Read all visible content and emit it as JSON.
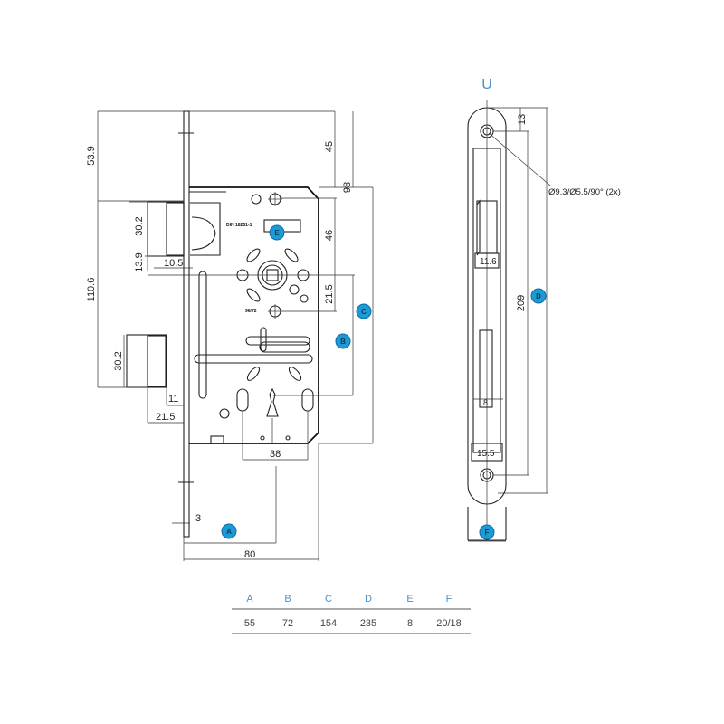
{
  "front_view": {
    "dimensions": {
      "d53_9": "53.9",
      "d110_6": "110.6",
      "d45": "45",
      "d98": "98",
      "d46": "46",
      "d21_5_right": "21.5",
      "d30_2_latch": "30.2",
      "d13_9": "13.9",
      "d10_5": "10.5",
      "d30_2_bolt": "30.2",
      "d11": "11",
      "d21_5_bolt": "21.5",
      "d38": "38",
      "d3": "3",
      "d80": "80"
    },
    "notes": {
      "din": "DIN 18251-1",
      "spindle": "96/72"
    },
    "markers": {
      "A": "A",
      "B": "B",
      "C": "C",
      "E": "E"
    }
  },
  "side_view": {
    "title": "U",
    "dimensions": {
      "d13": "13",
      "d209": "209",
      "d11_6": "11.6",
      "d8": "8",
      "d15_5": "15.5"
    },
    "hole_note": "Ø9.3/Ø5.5/90° (2x)",
    "markers": {
      "D": "D",
      "F": "F"
    }
  },
  "table": {
    "headers": [
      "A",
      "B",
      "C",
      "D",
      "E",
      "F"
    ],
    "values": [
      "55",
      "72",
      "154",
      "235",
      "8",
      "20/18"
    ]
  },
  "colors": {
    "marker": "#1b9ad6",
    "header_text": "#4a90c8"
  }
}
